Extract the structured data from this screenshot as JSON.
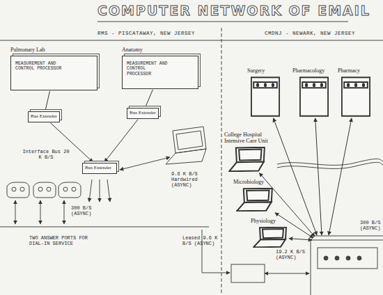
{
  "diagram": {
    "title": "COMPUTER NETWORK OF EMAIL",
    "nodes": [
      {
        "text": [
          "Pulmonary Lab",
          "MEASUREMENT AND CONTROL PROCESSOR"
        ]
      },
      {
        "text": [
          "Anatomy",
          "MEASUREMENT AND CONTROL PROCESSOR"
        ]
      },
      {
        "text": [
          "Bus Extender"
        ]
      },
      {
        "text": [
          "Bus Extender"
        ]
      },
      {
        "text": [
          "Bus Extender"
        ]
      },
      {
        "text": [
          "Surgery"
        ]
      },
      {
        "text": [
          "Pharmacology"
        ]
      },
      {
        "text": [
          "Pharmacy"
        ]
      },
      {
        "text": [
          "College Hospital Intensive Care Unit"
        ]
      },
      {
        "text": [
          "Microbiology"
        ]
      },
      {
        "text": [
          "Physiology"
        ]
      }
    ],
    "edges": [
      {
        "from": 0,
        "to": 2,
        "arrow": "none"
      },
      {
        "from": 1,
        "to": 3,
        "arrow": "none"
      },
      {
        "from": 2,
        "to": 4,
        "arrow": "to"
      },
      {
        "from": 3,
        "to": 4,
        "arrow": "to"
      }
    ],
    "labels": [
      "RMS - PISCATAWAY, NEW JERSEY",
      "CMDNJ - NEWARK, NEW JERSEY",
      "Interface Bus 20 K B/S",
      "300 B/S (ASYNC)",
      "9.6 K B/S Hardwired (ASYNC)",
      "TWO ANSWER PORTS FOR DIAL-IN SERVICE",
      "Leased 9.6 K B/S (ASYNC)",
      "19.2 K B/S (ASYNC)",
      "300 B/S (ASYNC)"
    ]
  }
}
